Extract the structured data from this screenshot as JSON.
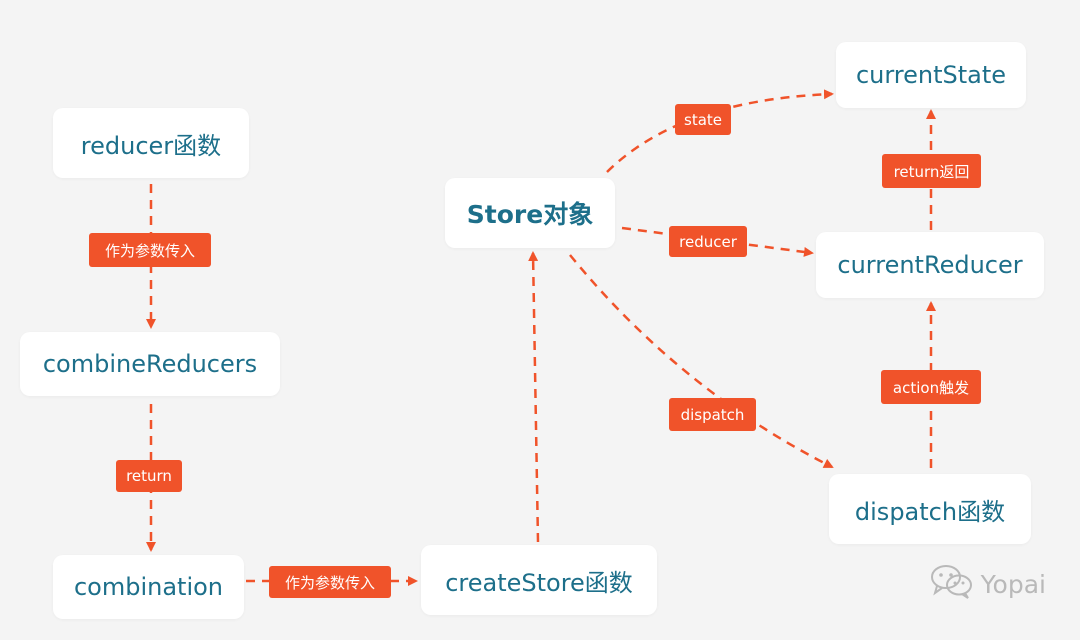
{
  "nodes": {
    "reducer_fn": "reducer函数",
    "combine_reducers": "combineReducers",
    "combination": "combination",
    "create_store": "createStore函数",
    "store_object": "Store对象",
    "current_state": "currentState",
    "current_reducer": "currentReducer",
    "dispatch_fn": "dispatch函数"
  },
  "labels": {
    "pass_as_param_1": "作为参数传入",
    "return_1": "return",
    "pass_as_param_2": "作为参数传入",
    "state": "state",
    "reducer": "reducer",
    "dispatch": "dispatch",
    "return_back": "return返回",
    "action_trigger": "action触发"
  },
  "watermark": {
    "text": "Yopai",
    "icon": "wechat-icon"
  },
  "colors": {
    "arrow": "#f0532a",
    "label_bg": "#f0532a",
    "node_text": "#1d6f8a",
    "background": "#f4f4f4"
  }
}
